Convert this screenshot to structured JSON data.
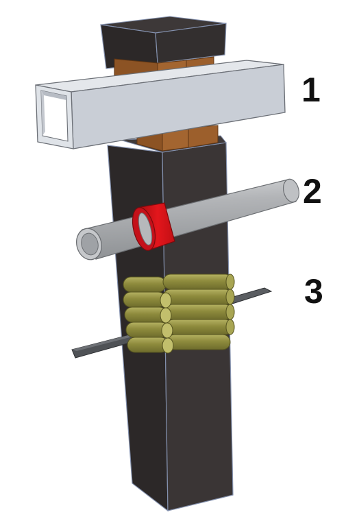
{
  "labels": {
    "one": "1",
    "two": "2",
    "three": "3"
  },
  "parts": [
    {
      "name": "rectangular-steel-tube",
      "label": "1"
    },
    {
      "name": "round-pipe-with-red-collar",
      "label": "2"
    },
    {
      "name": "flat-bar-with-sealant-rolls",
      "label": "3"
    }
  ],
  "colors": {
    "column_front": "#3a3535",
    "column_side": "#2a2626",
    "column_top": "#3d3838",
    "column_edge": "#7f8ba8",
    "brick": "#a0612c",
    "brick_dark": "#7c4a20",
    "tube_front": "#c8cdd5",
    "tube_top": "#e6e9ed",
    "pipe": "#a6a8ab",
    "pipe_highlight": "#d2d4d6",
    "collar": "#d8141a",
    "roll": "#8c8a3c",
    "roll_highlight": "#b7b460",
    "flat_bar": "#4f5256"
  }
}
